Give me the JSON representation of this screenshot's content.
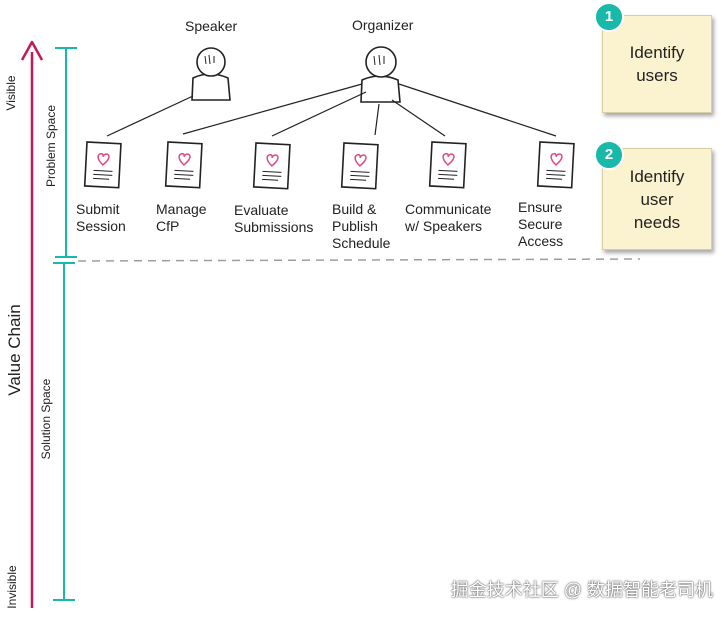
{
  "roles": {
    "speaker": "Speaker",
    "organizer": "Organizer"
  },
  "needs": [
    {
      "line1": "Submit",
      "line2": "Session",
      "line3": ""
    },
    {
      "line1": "Manage",
      "line2": "CfP",
      "line3": ""
    },
    {
      "line1": "Evaluate",
      "line2": "Submissions",
      "line3": ""
    },
    {
      "line1": "Build &",
      "line2": "Publish",
      "line3": "Schedule"
    },
    {
      "line1": "Communicate",
      "line2": "w/ Speakers",
      "line3": ""
    },
    {
      "line1": "Ensure",
      "line2": "Secure",
      "line3": "Access"
    }
  ],
  "axis": {
    "title": "Value Chain",
    "top": "Visible",
    "bottom": "Invisible",
    "problem_space": "Problem Space",
    "solution_space": "Solution Space"
  },
  "steps": [
    {
      "number": "1",
      "line1": "Identify",
      "line2": "users",
      "line3": ""
    },
    {
      "number": "2",
      "line1": "Identify",
      "line2": "user",
      "line3": "needs"
    }
  ],
  "watermark": "掘金技术社区 @ 数据智能老司机",
  "colors": {
    "axis_arrow": "#c2185b",
    "bracket": "#19b9a9",
    "badge": "#19b9a9",
    "sticky": "#fbf3cf",
    "heart": "#e04a7a",
    "divider": "#9e9e9e"
  }
}
